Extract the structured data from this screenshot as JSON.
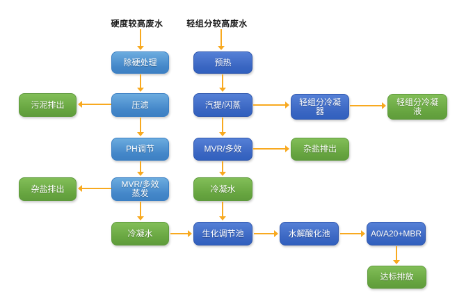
{
  "diagram": {
    "type": "flowchart",
    "subject": "wastewater-treatment-process",
    "colors": {
      "background": "#FFFFFF",
      "blue_light": "#5B9BD5",
      "blue_dark": "#4472C4",
      "green": "#70AD47",
      "arrow": "#F8A91F",
      "box_text": "#FFFFFF",
      "label_text": "#1A1A1A"
    },
    "sources": [
      {
        "label": "硬度较高废水"
      },
      {
        "label": "轻组分较高废水"
      }
    ],
    "nodes": [
      {
        "label": "除硬处理",
        "color": "blue_light"
      },
      {
        "label": "预热",
        "color": "blue_dark"
      },
      {
        "label": "污泥排出",
        "color": "green"
      },
      {
        "label": "压滤",
        "color": "blue_light"
      },
      {
        "label": "汽提/闪蒸",
        "color": "blue_dark"
      },
      {
        "label": "轻组分冷凝器",
        "color": "blue_dark"
      },
      {
        "label": "轻组分冷凝液",
        "color": "green"
      },
      {
        "label": "PH调节",
        "color": "blue_light"
      },
      {
        "label": "MVR/多效",
        "color": "blue_dark"
      },
      {
        "label": "杂盐排出",
        "color": "green"
      },
      {
        "label": "杂盐排出",
        "color": "green"
      },
      {
        "label": "MVR/多效蒸发",
        "color": "blue_light"
      },
      {
        "label": "冷凝水",
        "color": "green"
      },
      {
        "label": "冷凝水",
        "color": "green"
      },
      {
        "label": "生化调节池",
        "color": "blue_dark"
      },
      {
        "label": "水解酸化池",
        "color": "blue_dark"
      },
      {
        "label": "A0/A20+MBR",
        "color": "blue_dark"
      },
      {
        "label": "达标排放",
        "color": "green"
      }
    ],
    "edges": [
      {
        "from": "硬度较高废水",
        "to": "除硬处理"
      },
      {
        "from": "轻组分较高废水",
        "to": "预热"
      },
      {
        "from": "除硬处理",
        "to": "压滤"
      },
      {
        "from": "预热",
        "to": "汽提/闪蒸"
      },
      {
        "from": "压滤",
        "to": "污泥排出"
      },
      {
        "from": "压滤",
        "to": "PH调节"
      },
      {
        "from": "汽提/闪蒸",
        "to": "轻组分冷凝器"
      },
      {
        "from": "轻组分冷凝器",
        "to": "轻组分冷凝液"
      },
      {
        "from": "汽提/闪蒸",
        "to": "MVR/多效"
      },
      {
        "from": "PH调节",
        "to": "MVR/多效蒸发"
      },
      {
        "from": "MVR/多效",
        "to": "杂盐排出"
      },
      {
        "from": "MVR/多效",
        "to": "冷凝水"
      },
      {
        "from": "MVR/多效蒸发",
        "to": "杂盐排出"
      },
      {
        "from": "MVR/多效蒸发",
        "to": "冷凝水"
      },
      {
        "from": "冷凝水",
        "to": "生化调节池"
      },
      {
        "from": "生化调节池",
        "to": "水解酸化池"
      },
      {
        "from": "水解酸化池",
        "to": "A0/A20+MBR"
      },
      {
        "from": "A0/A20+MBR",
        "to": "达标排放"
      }
    ]
  }
}
